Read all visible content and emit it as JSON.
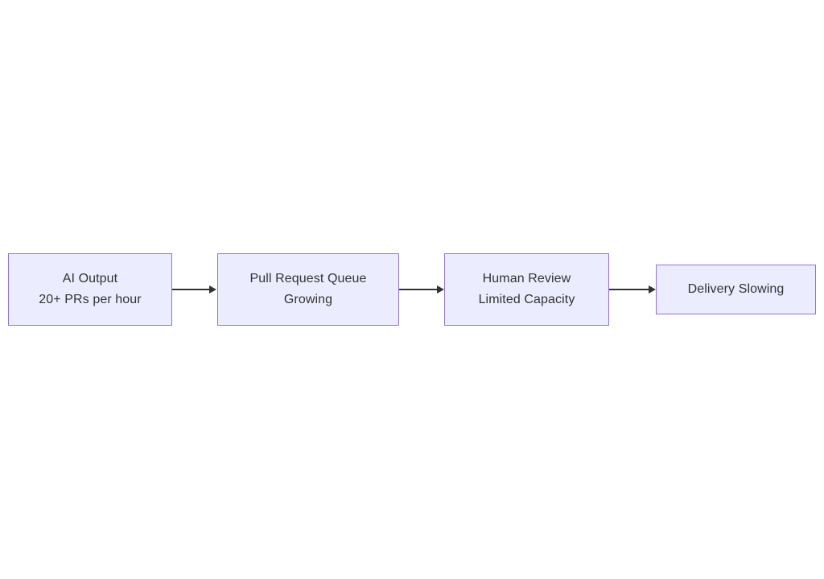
{
  "diagram": {
    "type": "flowchart-left-to-right",
    "colors": {
      "background": "#ffffff",
      "node_fill": "#ececff",
      "node_border": "#9370db",
      "arrow": "#333333",
      "text": "#333333"
    },
    "nodes": [
      {
        "id": "ai-output",
        "line1": "AI Output",
        "line2": "20+ PRs per hour"
      },
      {
        "id": "pull-request-queue",
        "line1": "Pull Request Queue",
        "line2": "Growing"
      },
      {
        "id": "human-review",
        "line1": "Human Review",
        "line2": "Limited Capacity"
      },
      {
        "id": "delivery-slowing",
        "line1": "Delivery Slowing",
        "line2": ""
      }
    ],
    "edges": [
      {
        "from": "ai-output",
        "to": "pull-request-queue"
      },
      {
        "from": "pull-request-queue",
        "to": "human-review"
      },
      {
        "from": "human-review",
        "to": "delivery-slowing"
      }
    ]
  }
}
